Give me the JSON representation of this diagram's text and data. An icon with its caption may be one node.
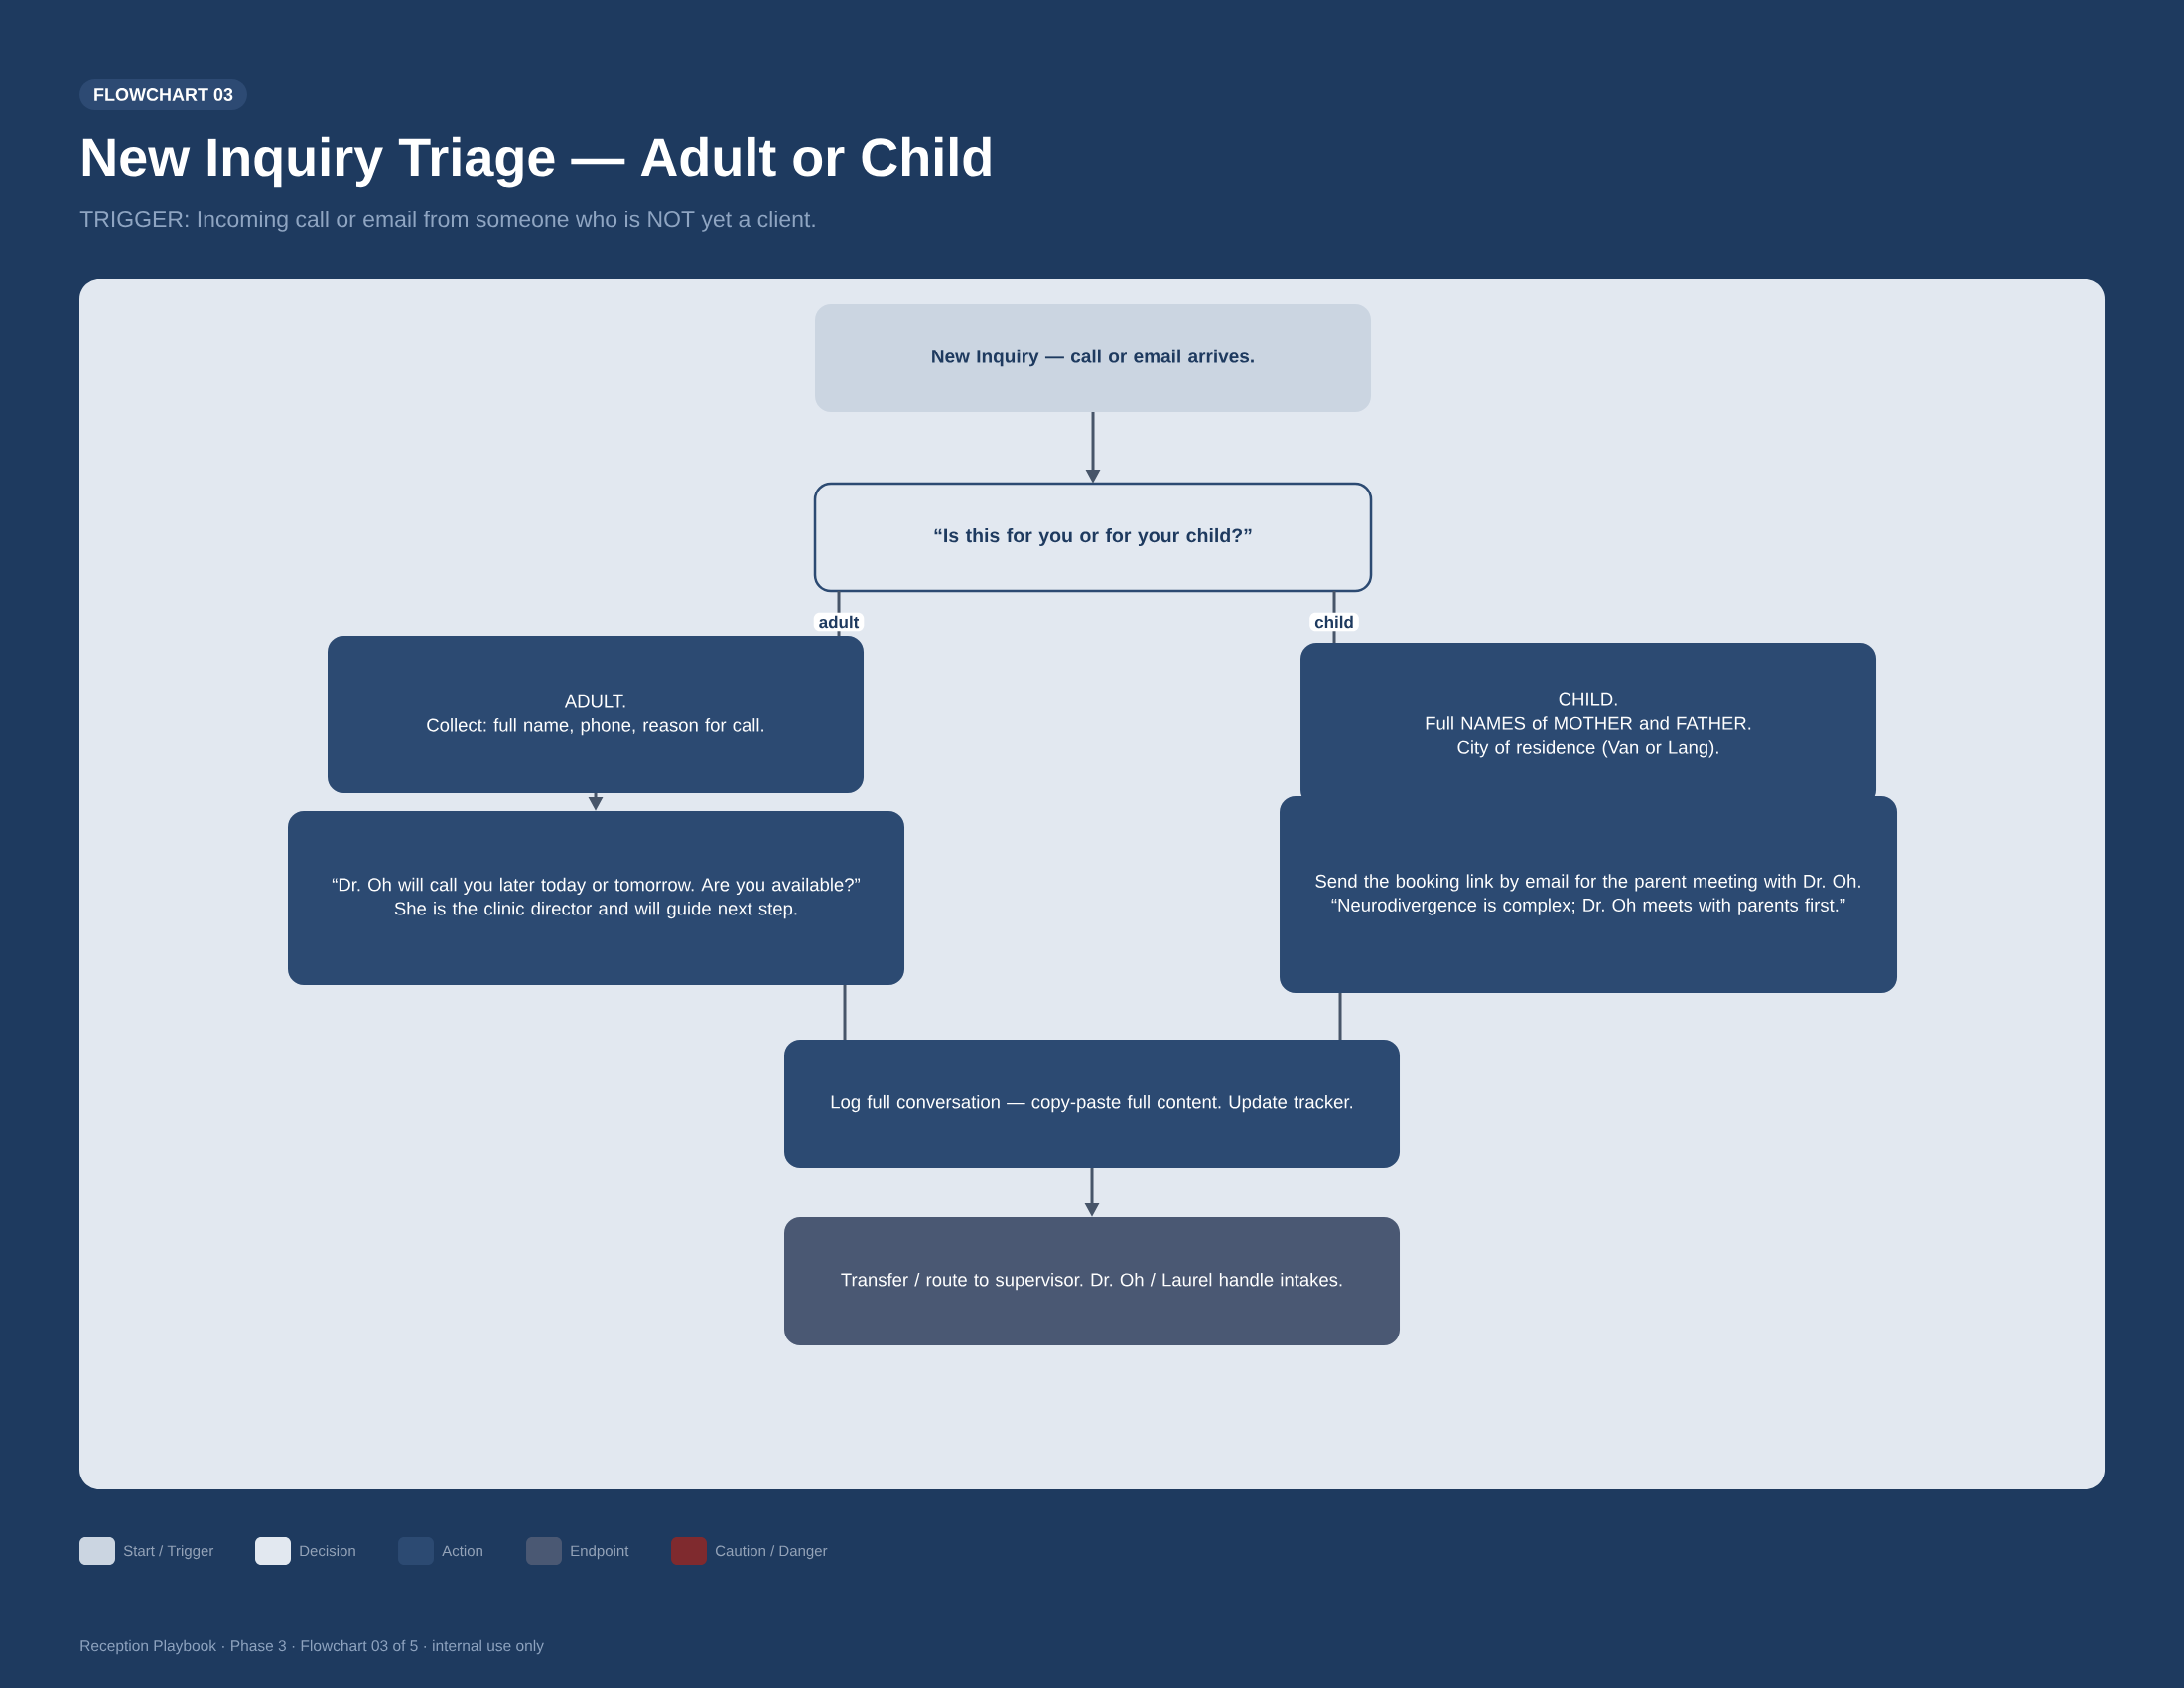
{
  "diagram": {
    "title": "New Inquiry Triage — Adult or Child",
    "nodes": [
      {
        "text": [
          "FLOWCHART 03"
        ]
      },
      {
        "text": [
          "New Inquiry — call or email arrives."
        ]
      },
      {
        "text": [
          "“Is this for you or for your child?”"
        ]
      },
      {
        "text": [
          "ADULT.",
          "Collect: full name, phone, reason for call."
        ]
      },
      {
        "text": [
          "CHILD.",
          "Full NAMES of MOTHER and FATHER.",
          "City of residence (Van or Lang)."
        ]
      },
      {
        "text": [
          "“Dr. Oh will call you later today or tomorrow. Are you available?”",
          "She is the clinic director and will guide next step."
        ]
      },
      {
        "text": [
          "Send the booking link by email for the parent meeting with Dr. Oh.",
          "“Neurodivergence is complex; Dr. Oh meets with parents first.”"
        ]
      },
      {
        "text": [
          "Log full conversation — copy-paste full content. Update tracker."
        ]
      },
      {
        "text": [
          "Transfer / route to supervisor. Dr. Oh / Laurel handle intakes."
        ]
      }
    ],
    "edges": [
      {
        "from": 1,
        "to": 2,
        "arrow": "to"
      },
      {
        "from": 2,
        "to": 3,
        "arrow": "none",
        "label": "adult"
      },
      {
        "from": 2,
        "to": 4,
        "arrow": "none",
        "label": "child"
      },
      {
        "from": 3,
        "to": 5,
        "arrow": "to"
      },
      {
        "from": 5,
        "to": 7,
        "arrow": "none"
      },
      {
        "from": 6,
        "to": 7,
        "arrow": "none"
      },
      {
        "from": 7,
        "to": 8,
        "arrow": "to"
      }
    ],
    "labels": [
      "TRIGGER: Incoming call or email from someone who is NOT yet a client.",
      "Reception Playbook · Phase 3 · Flowchart 03 of 5 · internal use only"
    ],
    "legend": [
      {
        "text": "Start / Trigger",
        "color": "#cbd5e1"
      },
      {
        "text": "Decision",
        "color": "#e2e8f0"
      },
      {
        "text": "Action",
        "color": "#2c4a72"
      },
      {
        "text": "Endpoint",
        "color": "#4a5873"
      },
      {
        "text": "Caution / Danger",
        "color": "#7f2a2e"
      }
    ]
  }
}
